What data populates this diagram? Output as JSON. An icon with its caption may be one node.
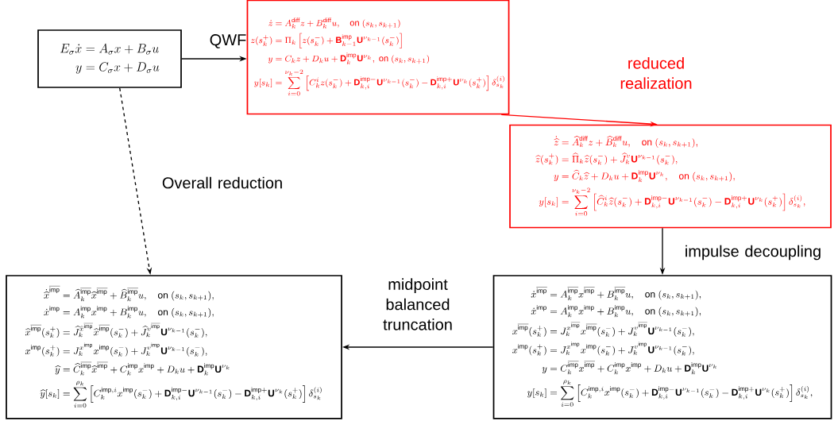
{
  "diagram": {
    "nodes": [
      {
        "text": [
          "\\begin{aligned} E_\\sigma \\dot x &= A_\\sigma x + B_\\sigma u\\\\ y &= C_\\sigma x + D_\\sigma u \\end{aligned}"
        ]
      },
      {
        "text": [
          "\\begin{aligned} \\dot z &= A_k^{\\mathrm{diff}} z + B_k^{\\mathrm{diff}} u, \\quad \\mathrm{on}\\ (s_k, s_{k+1})\\\\ z(s_k^+) &= \\Pi_k \\left[ z(s_k^-) + \\mathbf{B}_{k-1}^{\\mathrm{imp}} \\mathbf{U}^{\\nu_{k-1}}(s_k^-) \\right]\\\\ y &= C_k z + D_k u + \\mathbf{D}_k^{\\mathrm{imp}} \\mathbf{U}^{\\nu_k},\\ \\mathrm{on}\\ (s_k, s_{k+1})\\\\ y[s_k] &= \\sum_{i=0}^{\\nu_k-2} \\left[ C_k^i z(s_k^-) + \\mathbf{D}_{k,i}^{\\mathrm{imp}-} \\mathbf{U}^{\\nu_{k-1}}(s_k^-) - \\mathbf{D}_{k,i}^{\\mathrm{imp}+} \\mathbf{U}^{\\nu_k}(s_k^+) \\right] \\delta_{s_k}^{(i)} \\end{aligned}"
        ]
      },
      {
        "text": [
          "\\begin{aligned} \\dot{\\widehat z} &= \\widehat A_k^{\\mathrm{diff}} z + \\widehat B_k^{\\mathrm{diff}} u, \\quad \\mathrm{on}\\ (s_k, s_{k+1}),\\\\ \\widehat z(s_k^+) &= \\widehat\\Pi_k \\widehat z(s_k^-) + \\widehat J_k^{v} \\mathbf{U}^{\\nu_{k-1}}(s_k^-),\\\\ y &= \\widehat C_k \\widehat z + D_k u + \\mathbf{D}_k^{\\mathrm{imp}} \\mathbf{U}^{\\nu_k}, \\quad \\mathrm{on}\\ (s_k, s_{k+1}),\\\\ y[s_k] &= \\sum_{i=0}^{\\nu_k-2} \\left[ \\widehat C_k^i \\widehat z(s_k^-) + \\mathbf{D}_{k,i}^{\\mathrm{imp}-} \\mathbf{U}^{\\nu_{k-1}}(s_k^-) - \\mathbf{D}_{k,i}^{\\mathrm{imp}+} \\mathbf{U}^{\\nu_k}(s_k^+) \\right] \\delta_{s_k}^{(i)}, \\end{aligned}"
        ]
      },
      {
        "text": [
          "\\begin{aligned} \\dot x^{\\overline{\\mathrm{imp}}} &= A_k^{\\overline{\\mathrm{imp}}} x^{\\overline{\\mathrm{imp}}} + B_k^{\\overline{\\mathrm{imp}}} u, \\quad \\mathrm{on}\\ (s_k, s_{k+1}),\\\\ \\dot x^{\\mathrm{imp}} &= A_k^{\\mathrm{imp}} x^{\\mathrm{imp}} + B_k^{\\mathrm{imp}} u, \\quad \\mathrm{on}\\ (s_k, s_{k+1}),\\\\ x^{\\overline{\\mathrm{imp}}}(s_k^+) &= J_k^{x^{\\overline{\\mathrm{imp}}}} x^{\\overline{\\mathrm{imp}}}(s_k^-) + J_k^{v^{\\overline{\\mathrm{imp}}}} \\mathbf{U}^{\\nu_{k-1}}(s_k^-),\\\\ x^{\\mathrm{imp}}(s_k^+) &= J_k^{x^{\\mathrm{imp}}} x^{\\mathrm{imp}}(s_k^-) + J_k^{v^{\\mathrm{imp}}} \\mathbf{U}^{\\nu_{k-1}}(s_k^-),\\\\ y &= C_k^{\\overline{\\mathrm{imp}}} x^{\\overline{\\mathrm{imp}}} + C_k^{\\mathrm{imp}} x^{\\mathrm{imp}} + D_k u + \\mathbf{D}_k^{\\mathrm{imp}} \\mathbf{U}^{\\nu_k}\\\\ y[s_k] &= \\sum_{i=0}^{\\rho_k} \\left[ C_k^{\\mathrm{imp},i} x^{\\mathrm{imp}}(s_k^-) + \\mathbf{D}_{k,i}^{\\mathrm{imp}-} \\mathbf{U}^{\\nu_{k-1}}(s_k^-) - \\mathbf{D}_{k,i}^{\\mathrm{imp}+} \\mathbf{U}^{\\nu_k}(s_k^+) \\right] \\delta_{s_k}^{(i)}, \\end{aligned}"
        ]
      },
      {
        "text": [
          "\\begin{aligned} \\dot{\\widehat x}^{\\overline{\\mathrm{imp}}} &= \\widehat A_k^{\\overline{\\mathrm{imp}}} \\widehat x^{\\overline{\\mathrm{imp}}} + \\widehat B_k^{\\overline{\\mathrm{imp}}} u, \\quad \\mathrm{on}\\ (s_k, s_{k+1}),\\\\ \\dot x^{\\mathrm{imp}} &= A_k^{\\mathrm{imp}} x^{\\mathrm{imp}} + B_k^{\\mathrm{imp}} u, \\quad \\mathrm{on}\\ (s_k, s_{k+1}),\\\\ \\widehat x^{\\overline{\\mathrm{imp}}}(s_k^+) &= \\widehat J_k^{\\widehat x^{\\overline{\\mathrm{imp}}}} \\widehat x^{\\overline{\\mathrm{imp}}}(s_k^-) + \\widehat J_k^{v^{\\overline{\\mathrm{imp}}}} \\mathbf{U}^{\\nu_{k-1}}(s_k^-),\\\\ x^{\\mathrm{imp}}(s_k^+) &= J_k^{x^{\\mathrm{imp}}} x^{\\mathrm{imp}}(s_k^-) + J_k^{v^{\\mathrm{imp}}} \\mathbf{U}^{\\nu_{k-1}}(s_k^-),\\\\ \\widehat y &= \\widehat C_k^{\\overline{\\mathrm{imp}}} \\widehat x^{\\overline{\\mathrm{imp}}} + C_k^{\\mathrm{imp}} x^{\\mathrm{imp}} + D_k u + \\mathbf{D}_k^{\\mathrm{imp}} \\mathbf{U}^{\\nu_k}\\\\ \\widehat y[s_k] &= \\sum_{i=0}^{\\rho_k} \\left[ C_k^{\\mathrm{imp},i} x^{\\mathrm{imp}}(s_k^-) + \\mathbf{D}_{k,i}^{\\mathrm{imp}-} \\mathbf{U}^{\\nu_{k-1}}(s_k^-) - \\mathbf{D}_{k,i}^{\\mathrm{imp}+} \\mathbf{U}^{\\nu_k}(s_k^+) \\right] \\delta_{s_k}^{(i)} \\end{aligned}"
        ]
      }
    ],
    "edges": [
      {
        "from": 0,
        "to": 1,
        "arrow": "to",
        "label": "QWF"
      },
      {
        "from": 1,
        "to": 2,
        "arrow": "to",
        "label": "reduced realization",
        "color": "#ff0000"
      },
      {
        "from": 2,
        "to": 3,
        "arrow": "to",
        "label": "impulse decoupling"
      },
      {
        "from": 3,
        "to": 4,
        "arrow": "to",
        "label": "midpoint balanced truncation"
      },
      {
        "from": 0,
        "to": 4,
        "arrow": "to",
        "label": "Overall reduction",
        "style": "dashed"
      }
    ]
  }
}
